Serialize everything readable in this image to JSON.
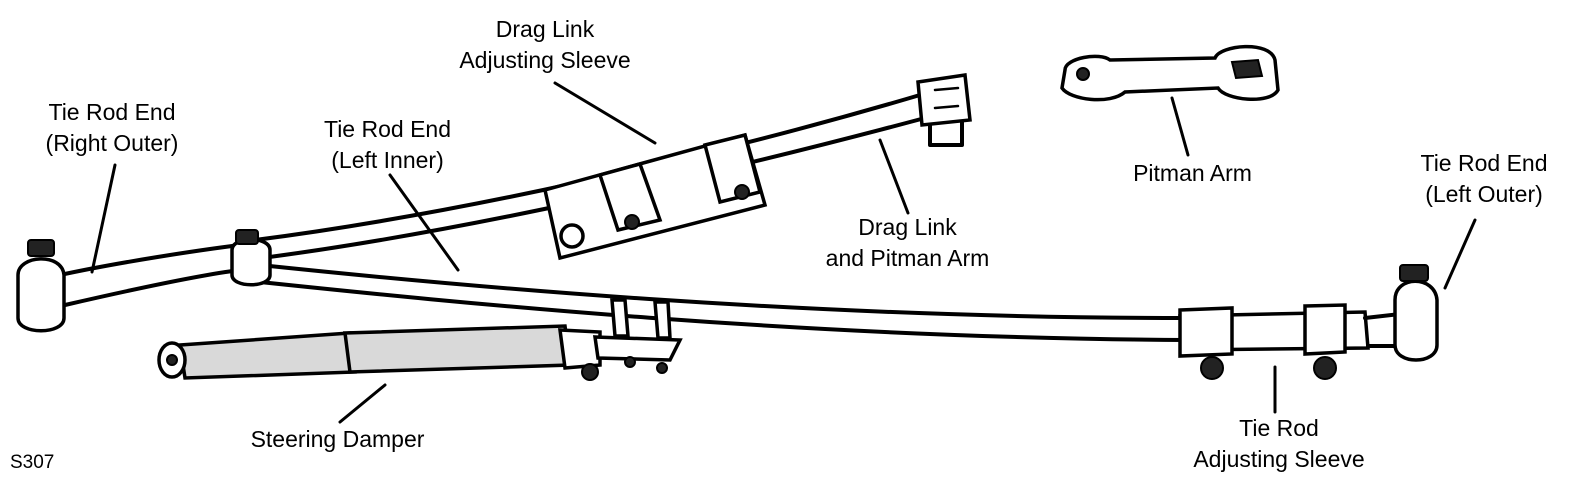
{
  "figure_code": "S307",
  "labels": {
    "drag_link_adjusting_sleeve": [
      "Drag Link",
      "Adjusting Sleeve"
    ],
    "tie_rod_end_right_outer": [
      "Tie Rod End",
      "(Right Outer)"
    ],
    "tie_rod_end_left_inner": [
      "Tie Rod End",
      "(Left Inner)"
    ],
    "pitman_arm": "Pitman Arm",
    "tie_rod_end_left_outer": [
      "Tie Rod End",
      "(Left Outer)"
    ],
    "drag_link_and_pitman_arm": [
      "Drag Link",
      "and Pitman Arm"
    ],
    "steering_damper": "Steering Damper",
    "tie_rod_adjusting_sleeve": [
      "Tie Rod",
      "Adjusting Sleeve"
    ]
  }
}
